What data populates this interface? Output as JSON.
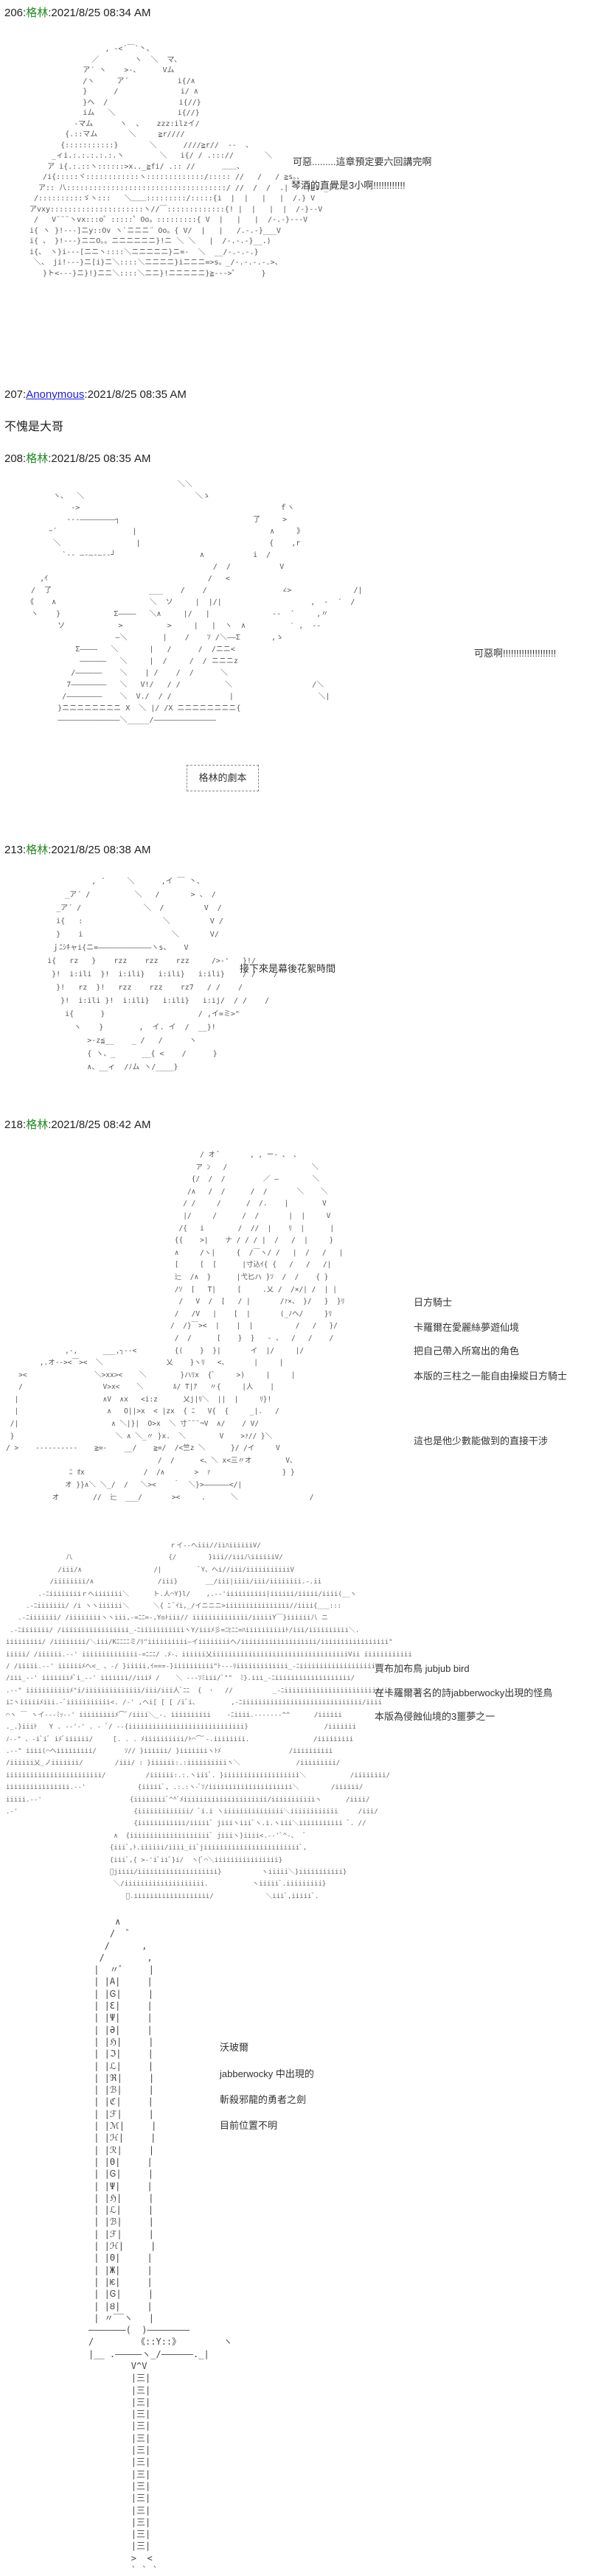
{
  "posts": [
    {
      "number": "206",
      "sep1": ":",
      "author": "格林",
      "sep2": ":",
      "timestamp": "2021/8/25 08:34 AM",
      "notes": [
        "可惡.........這章預定要六回講完啊",
        "琴酒的直覺是3小啊!!!!!!!!!!!!"
      ],
      "art": "                 , -<´￣`丶、\n              ／        ヽ  ＼  マ、\n            ア´ ヽ    >‐、     Vム\n            /ヽ     ア´           i{/∧\n            }      /              i/ ∧\n            }ヘ  /                i{//}\n            iム   ＼              i{//}\n          -マム      ヽ  、   zzz:ilzイ/\n        {.::マム       ＼     ≧r////\n       {:::::::::::}       ＼      ////≧r//  ‐-  、\n     _ィi.:.:.:.:.:.ヽ        ＼   i{/ / .::://       ＼\n    ア i{.:.::ヽ::::::>x.._≧fi/ .:: //      ＿＿、\n   /i{:::::ヾ::::::::::::ヽ:::::::::::::/::::: //   /   / ≧s。、\n  ア:: 八::::::::::::::::::::::::::::::::::::/ //  /  /  .|    |≧s._)\n /::::::::::ゞヽ:::   ＼＿＿:::::::::/:::::{i  |  |   |   |  /.} V\nアvxy:::::::::::::::::::::ヽ//￣:::::::::::::{! |  |   |  |  /-}--V\n /   V¨¨¨ヽvx:::o゜:::::゜Oo。:::::::::{ V  |   |   |  /-.-}---V\ni{ ヽ }!-‐-]ニy::Ov ヽ`ニニニ¨ Oo。{ V/  |   |   /.-.-}___V\ni{ 、 }!-‐-}ニニO。。ニニニニニニ}!ニ ＼ ＼   |  /-.-.-}__.)\ni{、 ヽ}i-‐-[ニニヽ::::＼ニニニニニ}ニ=-  ＼  __/-.-.-.}\n ＼、 ji!-‐-}ニ[i}ニ＼::::＼ニニニニ}iニニニ=>s。_/-.-.-.-.>、\n   }ト<-‐-}ニ}!}ニニ＼::::＼ニニ}!ニニニニニ}≧-‐->゜     }"
    },
    {
      "number": "207",
      "sep1": ":",
      "author": "Anonymous",
      "sep2": ":",
      "timestamp": "2021/8/25 08:35 AM",
      "body": "不愧是大哥"
    },
    {
      "number": "208",
      "sep1": ":",
      "author": "格林",
      "sep2": ":",
      "timestamp": "2021/8/25 08:35 AM",
      "notes": [
        "可惡啊!!!!!!!!!!!!!!!!!!!!"
      ],
      "caption_box": "格林的劇本",
      "art": "                                   ＼＼\n       ヽ、  ＼                         ＼ゝ\n           ‐>                                             ｆヽ\n          ---――――――――┐                              了     >\n      ｰ´                 |                              ∧     》\n       ＼                 |                             {    ,r\n         `-- ―-―-―--┘                   ∧           i  /\n                                           /  /           V\n    ,ｲ                                    /   <\n  /  了                      ___    /    /                 ∠>              /|\n 《    ∧                     ＼  ソ     |  |/|                    ,  ‐  ´  /\n  ヽ    }            Σ――――   ＼∧     |/   |              -‐  ´     ,〃\n        ソ            >          >     |   |  ヽ  ∧          ′ ,  -‐\n                     ―＼        |    /    ｿ /＼――Σ       ,ゝ\n            Σ――――   ＼       |   /      /  /ニニ<\n             ――――――   ＼     |  /     /  / ニニニz\n           /――――――    ＼    | /    /  /      ＼\n          7――――――――   ＼   V!/   / /          ＼                  /＼\n         /――――――――    ＼  V./  / /             |                   ＼|\n        }ニニニニニニニニ X  ＼ |/ /X ニニニニニニニニ{\n        ――――――――――――――＼_____/――――――――――――――"
    },
    {
      "number": "213",
      "sep1": ":",
      "author": "格林",
      "sep2": ":",
      "timestamp": "2021/8/25 08:38 AM",
      "notes": [
        "接下來是幕後花絮時間"
      ],
      "art": "              , ´     ＼      ,イ ￣ 丶、\n        _ア´ /          ＼   /       > 、 /\n      _ア´ /              ＼  /         V  /\n      i{   :                  ＼         V /\n      }    i                    ＼       V/\n     ｊﾆｼｷャi{ニ=――――――――――――ヽs、   V\n    i{   rz   }    rzz    rzz    rzz     />‐'   }!/\n     }!  i:ili  }!  i:ili}   i:ili}   i:ili}    / /    /\n      }!   rz  }!   rzz    rzz    rz7   / /    /\n       }!  i:ili }!  i:ili}   i:ili}   i:ij/  / /    /\n        i{      }                     / ,イ=ミ>\"\n          ヽ    }        ,  イ. イ  /  __}!\n             >‐z≦__    _ /   /      ヽ\n             { ヽ、_      __{ <    /      }\n             ∧、__ィ  /ﾉム ヽ/____}"
    },
    {
      "number": "218",
      "sep1": ":",
      "author": "格林",
      "sep2": ":",
      "timestamp": "2021/8/25 08:42 AM",
      "notes": [
        "日方騎士",
        "卡羅爾在愛麗絲夢遊仙境",
        "把自己帶入所寫出的角色",
        "本版的三柱之一能自由操縱日方騎士",
        "這也是他少數能做到的直接干涉",
        "賈布加布鳥 jubjub bird",
        "在卡羅爾著名的詩jabberwocky出現的怪鳥",
        "本版為侵蝕仙境的3噩夢之一",
        "沃玻爾",
        "jabberwocky 中出現的",
        "斬殺邪龍的勇者之劍",
        "目前位置不明"
      ],
      "art": "                                              / オ ﾞ       , , ー‐ 、 、\n                                             ア ﾝ   /                    ＼\n                                            {/  /  /         ／ ―        ＼\n                                           /∧   /  /      /  /       ＼    ＼\n                                          / /     /      /  /.    |        V\n                                          |/     /      /  /       |  |     V\n                                         /{   i        /  //  |    ﾘ  |      |\n                                        {{    >|    ナ / / / |  /   /  |     }\n                                        ∧     /ヽ|     {  /￣ヽ/ /   |  /   /   |\n                                        [     [  [      |寸込ｲ{ {   /   /   /|\n                                        辷  /∧  }      |弋匕ハ }ｿ  /  /    { }\n                                        /ｿ  [   T|     [     .乂 /  /×/| /  | |\n                                         /   V  /  [   / |       /ｧ×、 }/   }  }ﾘ\n                                        /   /V   |    [  |       (_ﾉヘ/     }ﾘ\n                                       /  /}￣><  |    |  |          /   /   }/\n                                        /  /      [    }  }   ‐ 、  /   /    /\n              ,-,      ___,┐--<         {(    }  }|       イ  |/     |/\n        ,.オ‐‐><￣><  ＼               乂    }ヽﾘ   <、      |     |\n   ><                ＼>xx><    ＼        }ハﾘx  {ﾞ     >)     |     |\n   /                   V>x<    ＼       ﾙ/ T|ｱ   〃{     |人    |\n  |                    ∧V  ∧x   <i:z      乂j|ﾘ＼  ||  |     ﾘ}!\n  |                     ∧   O||>x  < |zx  { ﾆ   V{  {     _|.   /\n /|                      ∧ ＼|}|  O>x  ＼ 寸¨¨¨¬V  ∧/    / V/\n }                        ＼ ∧ ＼_〃 }x.  ＼        V    >ｧ// }＼\n/ >    ----------    ≧=-    __/    ≧=/  /<竺z ＼      }/ /イ     V\n                                    /  /      <、＼ x<三〃オ        V、\n               ﾆ ｵx              /  /∧       >  ｧ                 } }\n              オ }}∧＼ ＼_/  /   ＼><    ｀  ＼}>――――――</|\n           オ        //  辷  ___/       ><     .      ＼                 /"
    },
    {
      "art_bird": "                                         ｒイ‐‐へiii//iiﾊiiiiiiV/\n               八                        {/        }iii//iii八iiiiiiV/\n             /iii/∧                  /|         ﾞY、へi//iii/iiiiiiiiiiiV\n           /iiiiiiii/∧                /iii}       __/iii|iiii/iii/iiiiiiii.-.ii\n        .-ﾆiiiiiiiiｒへiiiiiii＼      ト.人⌒Y}l/    ,.-‐'iiiiiiiiii|iiiiii/iiiii/iiii(__ヽ\n     .-ﾆiiiiiii/ /i ヽヽiiiiii＼      ＼{ ﾆ ﾞｲi,_/イニニニ>iiiiiiiiiiiiiiii//iiii{___:::\n   .-ﾆiiiiiii/ /iiiiiiiiヽヽiii,-=ﾆﾆ=-,Y◎ﾄiii// iiiiiiiiiiiiii/iiiiiY￣}iiiiii八 ニ\n .-ﾆiiiiiii/ /iiiiiiiiiiiiiiiii_-ﾆiiiiiiiiiiiヽY/iiiﾒ彡=ﾆﾋﾆﾆ=ﾊiiiiiiiiiiﾄ/iii/iiiiiiiiii＼.\niiiiiiiii/ /iiiiiiii/＼iii/Kﾆﾆﾆﾆミ/ﾘ\"iiiiiiiiii―イiiiiiiiiへ/iiiiiiiiiiiiiiiiiii/iiiiiiiiiiiiiiiii\"\niiiii/ /iiiiii.-‐' iiiiiiiiiiiiii-=ﾆﾆﾆ/ .ﾒ‐、iiiiii乂iiiiiiiiiiiiiiiiiiiiiiiiiiiiiiiiiiVii iiiiiiiiiiii\n/ /iiiii.-‐' iiiiiiﾒへ<_ 、-/ }iiiii,ｲ===-}iiiiiiiiii\"ﾄ‐--ﾘiiiiiiiiiiiii_-ﾆiiiiiiiiiiiiiiiiiii\n/iii_-‐' iiiiiiiﾒﾞi_-‐' iiiiiii//iiiﾒ /    ＼ --‐ｿﾐiii/ﾞ\"\"  ﾐ}.iii_-ﾆiiiiiiiiiiiiiiiiiii/\n.-‐\" iiiiiiiiiiiﾒ\"i/iiiiiiiiiiiiii/iii/iii人ﾞﾆﾆ  {  ･   //          _-ﾆiiiiiiiiiiiiiiiiiiiiiiii/ii\niﾆヽiiiiiﾒiii.-ﾞiiiiiiiiiii<. /-' ,ヘi[ [ [ /iﾞi、        ,-ﾆiiiiiiiiiiiiiiiiiiiiiiiiiiiiii/iiii\n⌒ヽ ￣ ヽイ‐‐‐ﾐｯ-‐' iiiiiiiiiﾒ⌒ﾞ/iiii＼_-. iiiiiiiiii    -ﾆiiii.------‐^^      /iiiiii\n._.}iiiﾄ   Y . -‐'‐' . ‐ ﾞ/ ‐‐{iiiiiiiiiiiiiiiiiiiiiiiiiiiii}                   /iiiiiii\nﾉ‐‐\" 、-iﾞiﾞ iﾒﾞiiiiii/     [. . . ﾒiiiiiiiiii/ﾄ⌒⌒ﾞ-.iiiiiiii.                /iiiiiiiii\n.-‐\" iiii(⌒ヘiiiiiiiii/       ｿ// }iiiiii/ }iiiiiiiヽﾄﾒ                 /iiiiiiiiii\n/iiiiii乂_ノiiiiiii/        /iii/ : }iiiiii:.:iiiiiiiiiiヽ＼              /iiiiiiiii/\niiiiiiiiiiiiiiiiiiiiiiii/          /iiiiii:.:.ヽiiiﾞ. }iiiiiiiiiiiiiiiiiii＼           /iiiiiiii/\niiiiiiiiiiiiiiii.-‐'             {iiiiiﾞ, .:.:ヽ-ﾞｿ/iiiiiiiiiiiiiiiiiiiii＼        /iiiiii/\niiiii.-‐'                      {iiiiiiiiﾞ^^ﾞﾒiiiiiiiiiiiiiiiiiiiii/iiiiiiiiiiiヽ      /iiii/\n.-'                             {iiiiiiiiiiiii/ ﾞi.i ヽiiiiiiiiiiiiiii＼iiiiiiiiiiii     /iii/\n                                {iiiiiiiiiiii/iiiiiﾞ jiiiヽiiiﾞヽ.i.ヽiii＼iiiiiiiiiii ﾞ. //\n                           ∧  {iiiiiiiiiiiiiiiiiiiiﾞ jiiiヽ}iiii<.-‐'ﾞ^-、  ﾞ\n                          {iiiﾞ,ﾄ.iiiiii/iiii_iiﾞjiiiiiiiiiiiiiiiiiiiiiiiiﾞ,\n                          {iiiﾞ,{ >‐'iﾞiiﾞ}i/  ヽ{ﾞ⌒＼iiiiiiiiiiiiiiii}\n                          ﾞjiiii/iiiiiiiiiiiiiiiiiiii}          ヽiiiii＼}iiiiiiiiiii}\n                           ＼/iiiiiiiiiiiiiiiiiiii.           ヽiiiiiﾞ.iiiiiiiii}\n                              ﾞ.iiiiiiiiiiiiiiiiiii/             ＼iiiﾞ,iiiiiﾞ.",
      "art_sword": "     ∧\n    /  ゛\n   /      ,\n  /        ,\n |  〃゛    |\n | |A|     |\n | |Ꮆ|     |\n | |Ɛ|     |\n | |Ψ|     |\n | |Ә|     |\n | |ℌ|     |\n | |ℑ|     |\n | |ℒ|     |\n | |ℜ|     |\n | |ℬ|     |\n | |ℭ|     |\n | |ℱ|     |\n | |ℳ|     |\n | |ℋ|     |\n | |ℛ|     |\n | |Θ|     |\n | |Ꮆ|     |\n | |Ψ|     |\n | |ℌ|     |\n | |ℒ|     |\n | |ℬ|     |\n | |ℱ|     |\n | |ℋ|     |\n | |Θ|     |\n | |Ж|     |\n | |Ѥ|     |\n | |Ꮆ|     |\n | |Ȣ|     |\n | 〃‾‾ヽ   |\n―――――――(  )――――――――\n/        《::Y::》        ヽ\n|__ .―――――ヽ_/――――――._|\n        V^V\n        |三|\n        |三|\n        |三|\n        |三|\n        |三|\n        |三|\n        |三|\n        |三|\n        |三|\n        |三|\n        |三|\n        |三|\n        |三|\n        |三|\n        |三|\n        >  <\n        ` ` `"
    }
  ]
}
